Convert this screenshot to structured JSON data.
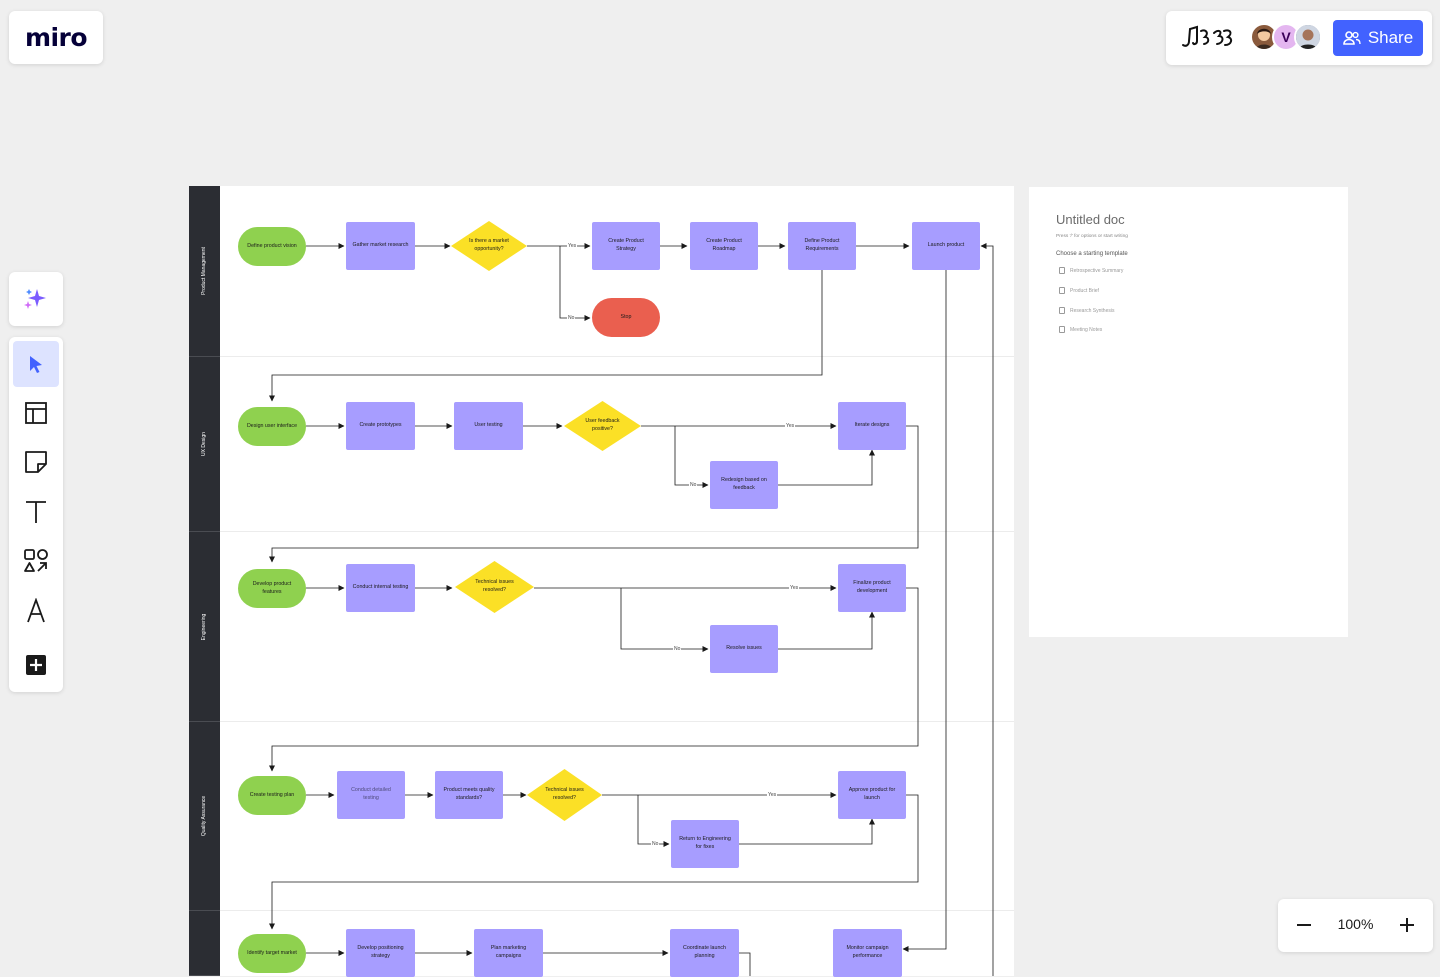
{
  "app": {
    "logo": "miro",
    "share_label": "Share",
    "avatar_v": "V"
  },
  "zoom": {
    "value": "100%"
  },
  "lanes": [
    {
      "label": "Product Management"
    },
    {
      "label": "UX Design"
    },
    {
      "label": "Engineering"
    },
    {
      "label": "Quality Assurance"
    }
  ],
  "nodes": {
    "define_vision": "Define product vision",
    "gather_research": "Gather market research",
    "market_opportunity": "Is there a market opportunity?",
    "create_strategy": "Create Product Strategy",
    "create_roadmap": "Create  Product Roadmap",
    "define_requirements": "Define Product Requirements",
    "launch_product": "Launch product",
    "stop": "Stop",
    "design_ui": "Design user interface",
    "create_prototypes": "Create prototypes",
    "user_testing": "User testing",
    "feedback_positive": "User feedback positive?",
    "iterate_designs": "Iterate designs",
    "redesign_feedback": "Redesign based on feedback",
    "develop_features": "Develop product features",
    "internal_testing": "Conduct internal testing",
    "issues_resolved_eng": "Technical issues resolved?",
    "finalize_development": "Finalize product development",
    "resolve_issues": "Resolve issues",
    "create_testing_plan": "Create testing plan",
    "detailed_testing": "Conduct detailed testing",
    "meets_standards": "Product meets quality standards?",
    "issues_resolved_qa": "Technical issues resolved?",
    "approve_launch": "Approve product for launch",
    "return_engineering": "Return to Engineering for fixes",
    "identify_market": "Identify target market",
    "develop_positioning": "Develop positioning strategy",
    "plan_campaigns": "Plan marketing campaigns",
    "coordinate_launch": "Coordinate launch planning",
    "monitor_campaign": "Monitor campaign performance"
  },
  "edge_labels": {
    "yes": "Yes",
    "no": "No"
  },
  "doc": {
    "title": "Untitled doc",
    "hint": "Press '/' for options or start writing",
    "choose": "Choose a starting template",
    "templates": [
      "Retrospective Summary",
      "Product Brief",
      "Research Synthesis",
      "Meeting Notes"
    ]
  },
  "colors": {
    "start": "#8fd14f",
    "process": "#a79dff",
    "decision": "#fbe026",
    "stop": "#ea5f4f",
    "lane_header": "#2b2d33",
    "accent": "#4262ff",
    "canvas": "#efefef"
  },
  "icons": [
    "sparkle-icon",
    "cursor-icon",
    "templates-icon",
    "sticky-note-icon",
    "text-icon",
    "shapes-icon",
    "pen-icon",
    "plus-icon",
    "minus-icon",
    "users-icon"
  ]
}
